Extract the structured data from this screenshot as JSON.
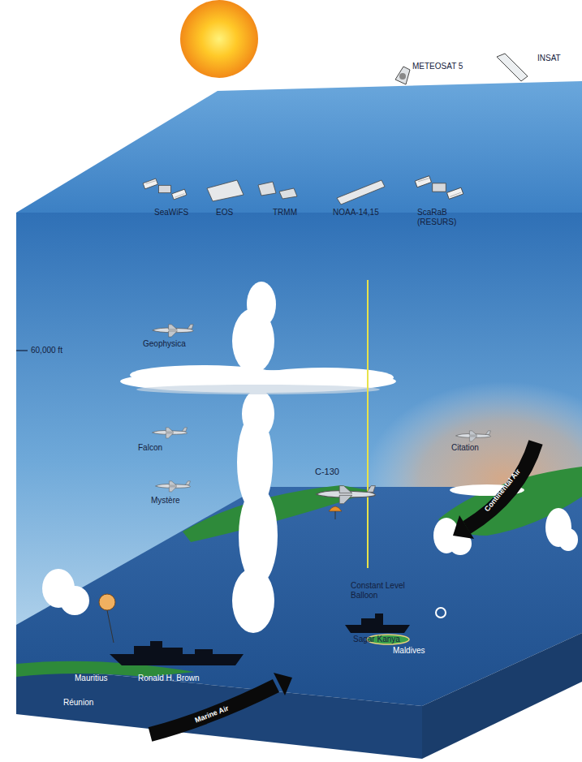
{
  "diagram": {
    "labels": [
      "METEOSAT 5",
      "INSAT",
      "SeaWiFS",
      "EOS",
      "TRMM",
      "NOAA-14,15",
      "ScaRaB (RESURS)",
      "60,000 ft",
      "Geophysica",
      "Falcon",
      "Mystère",
      "Citation",
      "C-130",
      "Constant Level Balloon",
      "Sagar Kanya",
      "Maldives",
      "Mauritius",
      "Ronald H. Brown",
      "Réunion",
      "Marine Air",
      "Continental Air"
    ]
  }
}
